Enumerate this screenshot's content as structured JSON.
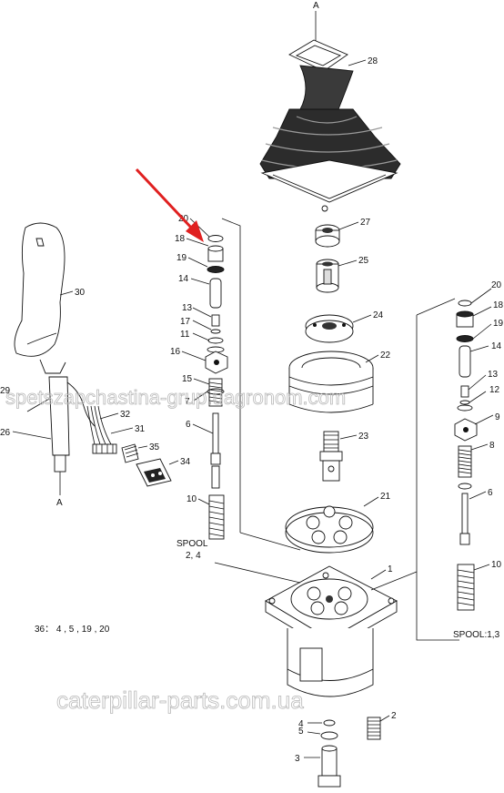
{
  "section_marker_top": "A",
  "section_marker_bottom": "A",
  "spool_left": {
    "line1": "SPOOL",
    "line2": "2, 4"
  },
  "spool_right": "SPOOL:1,3",
  "note": "36： 4 , 5 , 19 , 20",
  "watermark_top": "spetszapchastina-grup.uagronom.com",
  "watermark_bottom": "caterpillar-parts.com.ua",
  "callouts": {
    "c28": "28",
    "c27": "27",
    "c25": "25",
    "c24": "24",
    "c22": "22",
    "c23": "23",
    "c21": "21",
    "c1": "1",
    "c2": "2",
    "c3": "3",
    "c4": "4",
    "c5": "5",
    "l20": "20",
    "l18": "18",
    "l19": "19",
    "l14": "14",
    "l13": "13",
    "l17": "17",
    "l11": "11",
    "l16": "16",
    "l15": "15",
    "l7": "7",
    "l6": "6",
    "l10": "10",
    "r20": "20",
    "r18": "18",
    "r19": "19",
    "r14": "14",
    "r13": "13",
    "r12": "12",
    "r9": "9",
    "r8": "8",
    "r6": "6",
    "r10": "10",
    "c30": "30",
    "c29": "29",
    "c26": "26",
    "c32": "32",
    "c31": "31",
    "c35": "35",
    "c34": "34"
  },
  "colors": {
    "ink": "#111111",
    "arrow": "#e02020",
    "watermark": "#b8b8b8",
    "rubber": "#2a2a2a"
  }
}
